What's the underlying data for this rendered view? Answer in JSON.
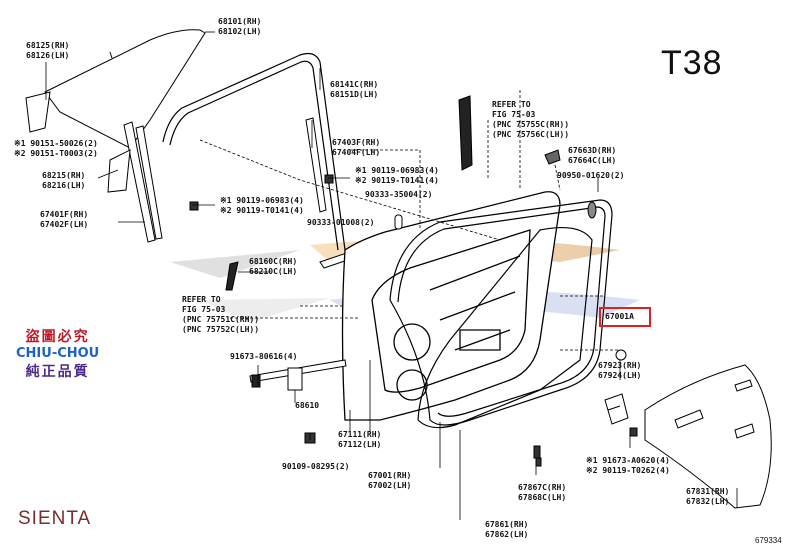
{
  "page": {
    "code": "T38",
    "model": "SIENTA",
    "figure_number": "679334"
  },
  "highlight": {
    "part": "67001A",
    "color": "#e02020"
  },
  "watermark": {
    "line1": "盜圖必究",
    "line2": "CHIU-CHOU",
    "line3": "純正品質",
    "colors": [
      "#c0182a",
      "#1b63c7",
      "#4a2a8a"
    ]
  },
  "labels": [
    {
      "id": "68101",
      "lines": [
        "68101(RH)",
        "68102(LH)"
      ]
    },
    {
      "id": "68125",
      "lines": [
        "68125(RH)",
        "68126(LH)"
      ]
    },
    {
      "id": "68141c",
      "lines": [
        "68141C(RH)",
        "68151D(LH)"
      ]
    },
    {
      "id": "refer-75-03-a",
      "lines": [
        "REFER TO",
        "FIG 75-03",
        "(PNC 75755C(RH))",
        "(PNC 75756C(LH))"
      ]
    },
    {
      "id": "67663d",
      "lines": [
        "67663D(RH)",
        "67664C(LH)"
      ]
    },
    {
      "id": "90950",
      "lines": [
        "90950-01620(2)"
      ]
    },
    {
      "id": "90151",
      "lines": [
        "※1 90151-50026(2)",
        "※2 90151-T0003(2)"
      ]
    },
    {
      "id": "67403f",
      "lines": [
        "67403F(RH)",
        "67404F(LH)"
      ]
    },
    {
      "id": "68215",
      "lines": [
        "68215(RH)",
        "68216(LH)"
      ]
    },
    {
      "id": "90119-06983-a",
      "lines": [
        "※1 90119-06983(4)",
        "※2 90119-T0141(4)"
      ]
    },
    {
      "id": "90119-06983-b",
      "lines": [
        "※1 90119-06983(4)",
        "※2 90119-T0141(4)"
      ]
    },
    {
      "id": "90333-35004",
      "lines": [
        "90333-35004(2)"
      ]
    },
    {
      "id": "67401f",
      "lines": [
        "67401F(RH)",
        "67402F(LH)"
      ]
    },
    {
      "id": "90333-01008",
      "lines": [
        "90333-01008(2)"
      ]
    },
    {
      "id": "68160c",
      "lines": [
        "68160C(RH)",
        "68210C(LH)"
      ]
    },
    {
      "id": "refer-75-03-b",
      "lines": [
        "REFER TO",
        "FIG 75-03",
        "(PNC 75751C(RH))",
        "(PNC 75752C(LH))"
      ]
    },
    {
      "id": "67001a",
      "lines": [
        "67001A"
      ]
    },
    {
      "id": "91673-80616",
      "lines": [
        "91673-80616(4)"
      ]
    },
    {
      "id": "67923",
      "lines": [
        "67923(RH)",
        "67924(LH)"
      ]
    },
    {
      "id": "68610",
      "lines": [
        "68610"
      ]
    },
    {
      "id": "67111",
      "lines": [
        "67111(RH)",
        "67112(LH)"
      ]
    },
    {
      "id": "91673-a0620",
      "lines": [
        "※1 91673-A0620(4)",
        "※2 90119-T0262(4)"
      ]
    },
    {
      "id": "90109",
      "lines": [
        "90109-08295(2)"
      ]
    },
    {
      "id": "67001",
      "lines": [
        "67001(RH)",
        "67002(LH)"
      ]
    },
    {
      "id": "67867c",
      "lines": [
        "67867C(RH)",
        "67868C(LH)"
      ]
    },
    {
      "id": "67831",
      "lines": [
        "67831(RH)",
        "67832(LH)"
      ]
    },
    {
      "id": "67861",
      "lines": [
        "67861(RH)",
        "67862(LH)"
      ]
    }
  ]
}
